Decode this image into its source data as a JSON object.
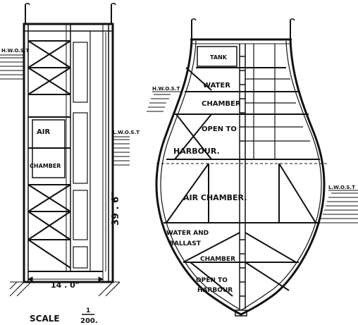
{
  "side_view": {
    "levels": [
      "H.W.O.S.T",
      "L.W.O.S.T"
    ],
    "chamber_label_top": "AIR",
    "chamber_label_bottom": "CHAMBER",
    "height_dim": "39 . 6\"",
    "width_dim": "14 . 0\""
  },
  "section_view": {
    "tank": "TANK",
    "hwost": "H.W.O.S.T",
    "lwost": "L.W.O.S.T",
    "water": "WATER",
    "chamber1": "CHAMBER",
    "open_to_1": "OPEN TO",
    "harbour_1": "HARBOUR.",
    "air_chamber": "AIR CHAMBER.",
    "water_and": "WATER AND",
    "ballast": "BALLAST",
    "chamber2": "CHAMBER",
    "open_to_2": "OPEN TO",
    "harbour_2": "HARBOUR"
  },
  "scale": {
    "label": "SCALE",
    "numerator": "1",
    "denominator": "200."
  }
}
